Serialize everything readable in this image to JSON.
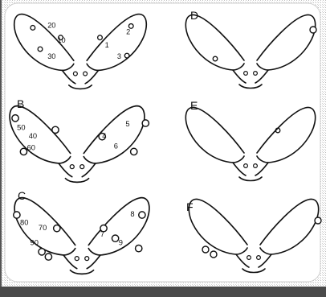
{
  "panels": [
    {
      "letter": "",
      "labels": {
        "left": [
          "20",
          "10",
          "30"
        ],
        "right": [
          "1",
          "2",
          "3"
        ]
      }
    },
    {
      "letter": "D",
      "labels": {
        "left": [],
        "right": []
      }
    },
    {
      "letter": "B",
      "labels": {
        "left": [
          "50",
          "40",
          "60"
        ],
        "right": [
          "5",
          "4",
          "6"
        ]
      }
    },
    {
      "letter": "E",
      "labels": {
        "left": [],
        "right": []
      }
    },
    {
      "letter": "C",
      "labels": {
        "left": [
          "80",
          "70",
          "90"
        ],
        "right": [
          "8",
          "7",
          "9"
        ]
      }
    },
    {
      "letter": "F",
      "labels": {
        "left": [],
        "right": []
      }
    }
  ],
  "colors": {
    "frame_border": "#555555",
    "bottom_bar": "#4a4a4a",
    "ink": "#111111"
  }
}
